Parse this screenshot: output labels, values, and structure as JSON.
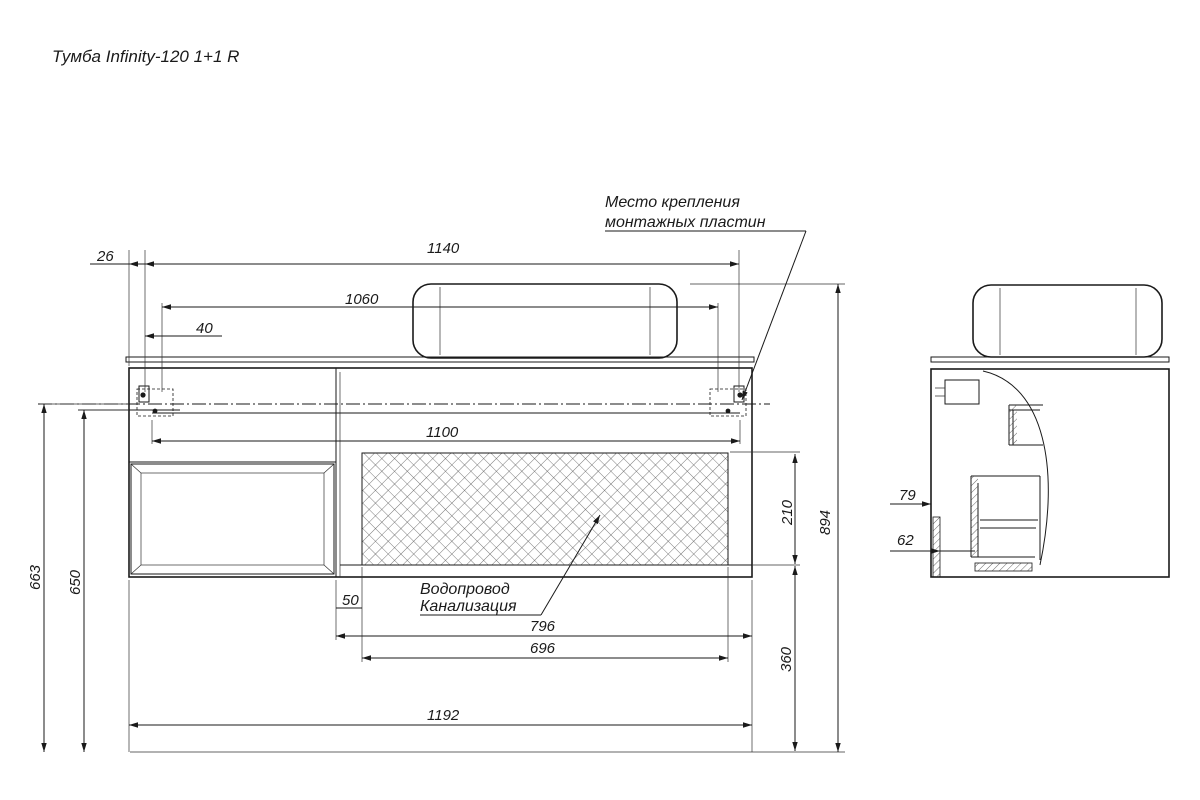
{
  "title": "Тумба Infinity-120 1+1 R",
  "notes": {
    "mounting_line1": "Место крепления",
    "mounting_line2": "монтажных пластин",
    "water": "Водопровод",
    "sewer": "Канализация"
  },
  "dims": {
    "d1140": "1140",
    "d1060": "1060",
    "d40": "40",
    "d26": "26",
    "d1100": "1100",
    "d210": "210",
    "d894": "894",
    "d663": "663",
    "d650": "650",
    "d50": "50",
    "d796": "796",
    "d696": "696",
    "d360": "360",
    "d1192": "1192",
    "d79": "79",
    "d62": "62"
  }
}
